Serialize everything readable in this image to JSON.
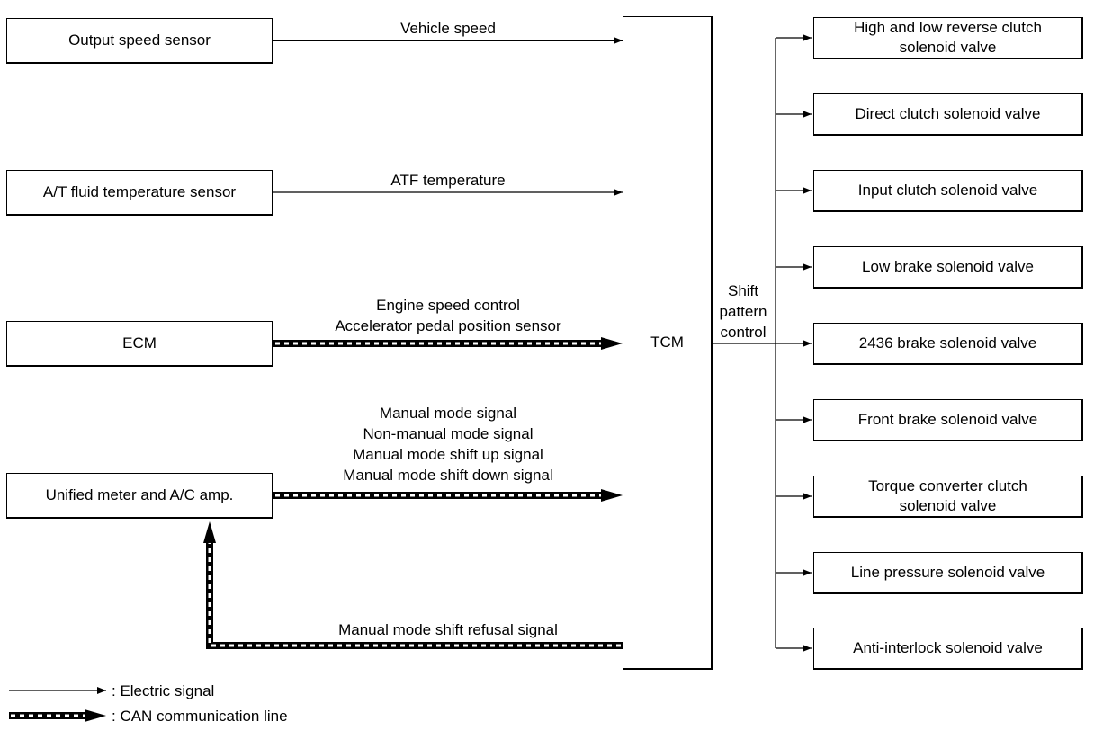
{
  "inputs": {
    "output_speed_sensor": "Output speed sensor",
    "atf_sensor": "A/T fluid temperature sensor",
    "ecm": "ECM",
    "unified_meter": "Unified meter and A/C amp."
  },
  "tcm": "TCM",
  "signals": {
    "vehicle_speed": "Vehicle speed",
    "atf_temperature": "ATF temperature",
    "ecm_lines": [
      "Engine speed control",
      "Accelerator pedal position sensor"
    ],
    "meter_lines": [
      "Manual mode signal",
      "Non-manual mode signal",
      "Manual mode shift up signal",
      "Manual mode shift down signal"
    ],
    "refusal": "Manual mode shift refusal signal"
  },
  "shift_label": [
    "Shift",
    "pattern",
    "control"
  ],
  "outputs": [
    [
      "High and low reverse clutch",
      "solenoid valve"
    ],
    [
      "Direct clutch solenoid valve"
    ],
    [
      "Input clutch solenoid valve"
    ],
    [
      "Low brake solenoid valve"
    ],
    [
      "2436 brake solenoid valve"
    ],
    [
      "Front brake solenoid valve"
    ],
    [
      "Torque converter clutch",
      "solenoid valve"
    ],
    [
      "Line pressure solenoid valve"
    ],
    [
      "Anti-interlock solenoid valve"
    ]
  ],
  "legend": {
    "electric": ": Electric signal",
    "can": ": CAN communication line"
  }
}
